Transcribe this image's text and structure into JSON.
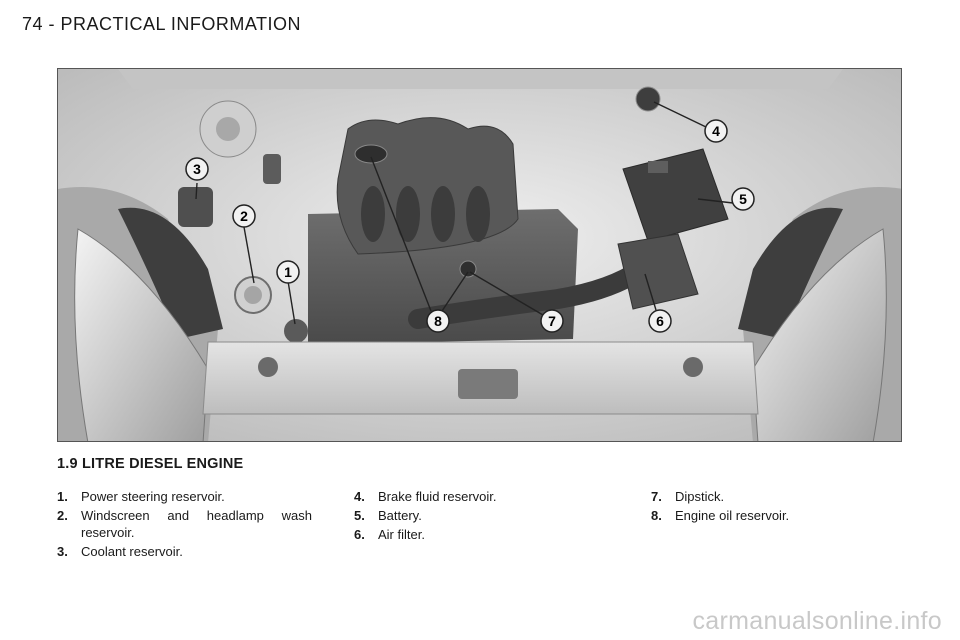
{
  "header": {
    "title": "74 - PRACTICAL INFORMATION"
  },
  "figure": {
    "callouts": [
      "1",
      "2",
      "3",
      "4",
      "5",
      "6",
      "7",
      "8"
    ]
  },
  "section": {
    "title": "1.9 LITRE DIESEL ENGINE"
  },
  "legend": {
    "items": [
      {
        "num": "1.",
        "text": "Power steering reservoir."
      },
      {
        "num": "2.",
        "text": "Windscreen and headlamp wash reservoir."
      },
      {
        "num": "3.",
        "text": "Coolant reservoir."
      },
      {
        "num": "4.",
        "text": "Brake fluid reservoir."
      },
      {
        "num": "5.",
        "text": "Battery."
      },
      {
        "num": "6.",
        "text": "Air filter."
      },
      {
        "num": "7.",
        "text": "Dipstick."
      },
      {
        "num": "8.",
        "text": "Engine oil reservoir."
      }
    ]
  },
  "watermark": {
    "text": "carmanualsonline.info"
  },
  "colors": {
    "ink": "#1a1a1a",
    "frame": "#555555",
    "watermark": "#c8c8c8"
  }
}
